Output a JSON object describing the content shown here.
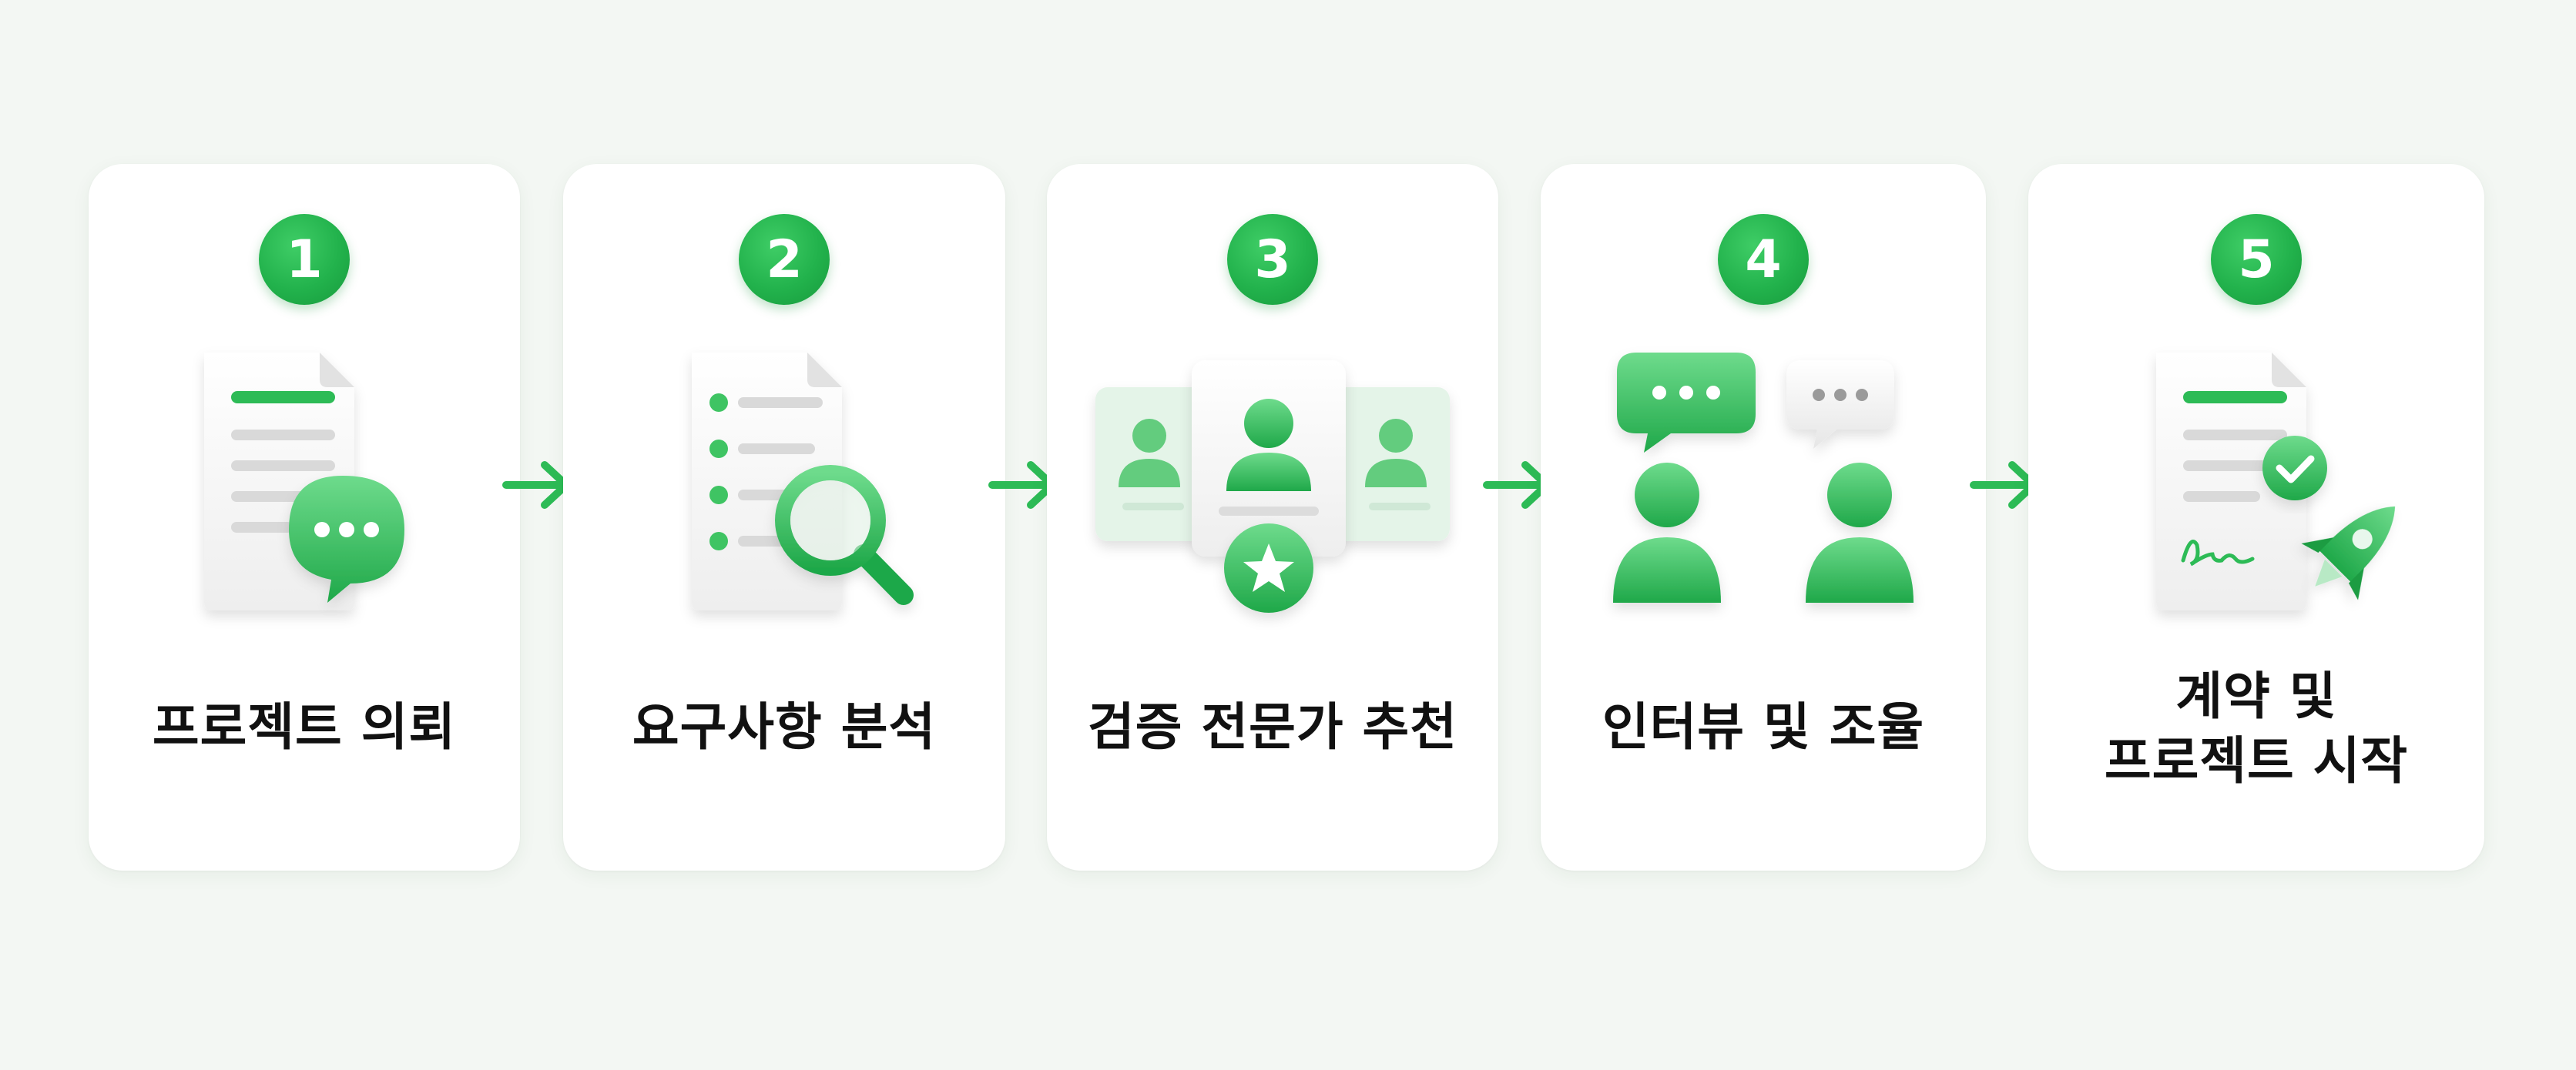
{
  "steps": [
    {
      "number": "1",
      "label": "프로젝트 의뢰"
    },
    {
      "number": "2",
      "label": "요구사항 분석"
    },
    {
      "number": "3",
      "label": "검증 전문가 추천"
    },
    {
      "number": "4",
      "label": "인터뷰 및 조율"
    },
    {
      "number": "5",
      "label_lines": [
        "계약 및",
        "프로젝트 시작"
      ]
    }
  ],
  "colors": {
    "accent": "#22b24c",
    "accent_light": "#5fd07f",
    "card": "#ffffff",
    "background": "#f3f7f3",
    "text": "#111111"
  },
  "icons": [
    "document-chat-icon",
    "checklist-magnifier-icon",
    "expert-profiles-star-icon",
    "interview-chat-icon",
    "contract-rocket-icon"
  ]
}
